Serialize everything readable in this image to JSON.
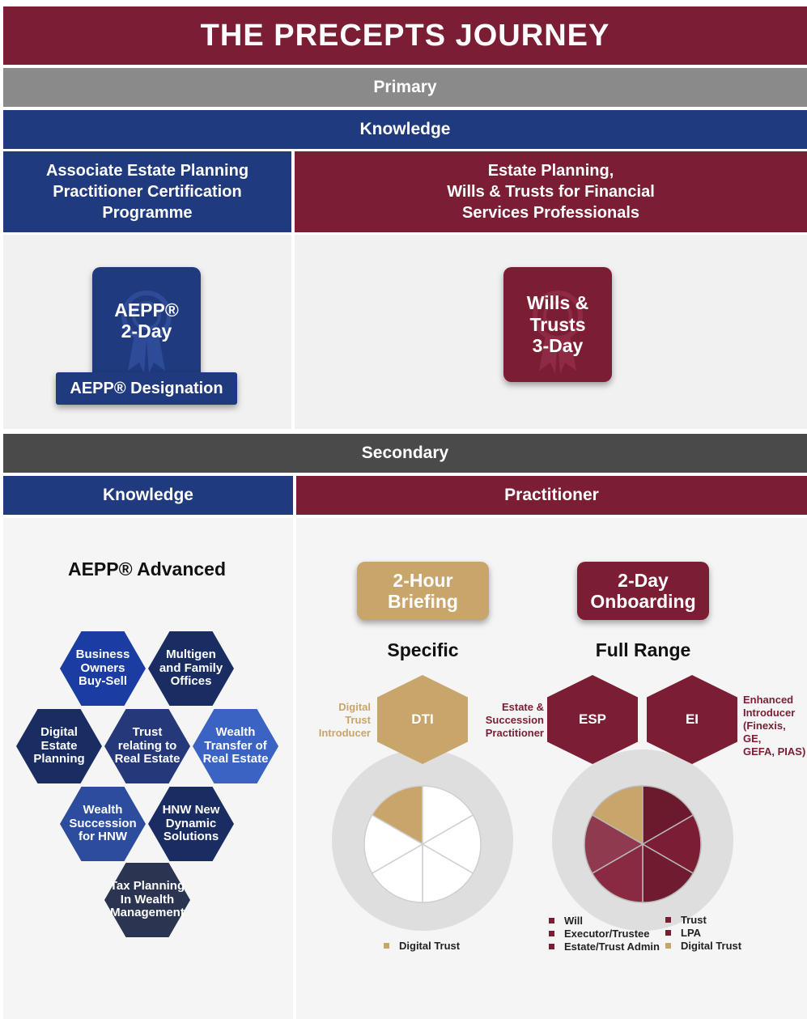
{
  "colors": {
    "maroon": "#7b1e33",
    "navy": "#1f3a7e",
    "gray": "#8a8a8a",
    "dark_gray": "#4a4a4a",
    "gold": "#c8a56a",
    "hex_dark_navy": "#1a2d63",
    "hex_royal": "#1b3da3",
    "hex_light": "#3a63c4",
    "panel_bg": "#f1f1f1"
  },
  "title": "THE PRECEPTS JOURNEY",
  "primary": {
    "label": "Primary",
    "knowledge": "Knowledge",
    "left_header": "Associate Estate Planning\nPractitioner Certification\nProgramme",
    "right_header": "Estate Planning,\nWills & Trusts for Financial\nServices Professionals",
    "aepp_badge": "AEPP®\n2-Day",
    "aepp_designation": "AEPP® Designation",
    "wills_badge": "Wills &\nTrusts\n3-Day"
  },
  "secondary": {
    "label": "Secondary",
    "knowledge": "Knowledge",
    "practitioner": "Practitioner",
    "advanced_title": "AEPP® Advanced",
    "hexes": [
      "Business\nOwners\nBuy-Sell",
      "Multigen\nand Family\nOffices",
      "Digital\nEstate\nPlanning",
      "Trust\nrelating to\nReal Estate",
      "Wealth\nTransfer of\nReal Estate",
      "Wealth\nSuccession\nfor HNW",
      "HNW New\nDynamic\nSolutions",
      "Tax Planning\nIn Wealth\nManagement"
    ],
    "briefing": {
      "badge": "2-Hour\nBriefing",
      "subtitle": "Specific",
      "hex": "DTI",
      "side": "Digital\nTrust\nIntroducer",
      "legend": [
        "Digital Trust"
      ]
    },
    "onboarding": {
      "badge": "2-Day\nOnboarding",
      "subtitle": "Full Range",
      "hex_left": "ESP",
      "hex_right": "EI",
      "side_left": "Estate &\nSuccession\nPractitioner",
      "side_right": "Enhanced\nIntroducer\n(Finexis, GE,\nGEFA, PIAS)",
      "legend_left": [
        "Will",
        "Executor/Trustee",
        "Estate/Trust Admin"
      ],
      "legend_right": [
        "Trust",
        "LPA",
        "Digital Trust"
      ]
    }
  }
}
